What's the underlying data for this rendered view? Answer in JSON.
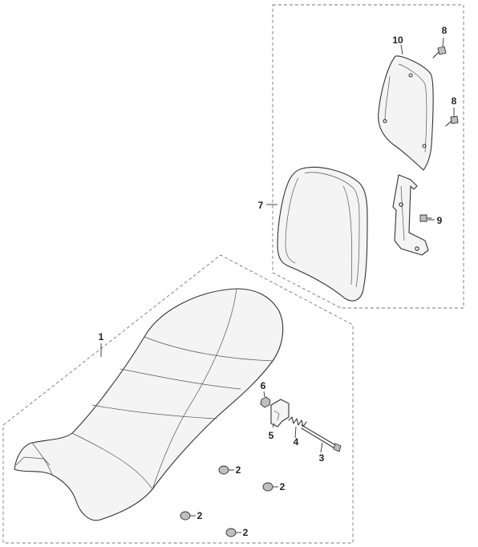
{
  "callouts": {
    "c1": "1",
    "c2a": "2",
    "c2b": "2",
    "c2c": "2",
    "c2d": "2",
    "c3": "3",
    "c4": "4",
    "c5": "5",
    "c6": "6",
    "c7": "7",
    "c8a": "8",
    "c8b": "8",
    "c9": "9",
    "c10": "10"
  }
}
